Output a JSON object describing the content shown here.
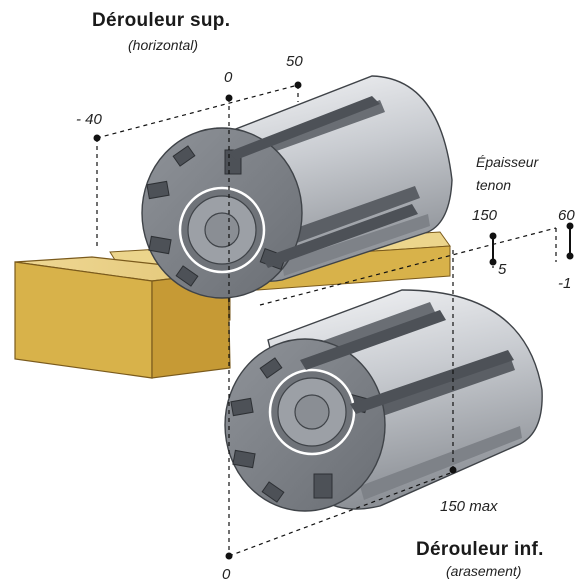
{
  "top_cutter": {
    "title": "Dérouleur sup.",
    "subtitle": "(horizontal)"
  },
  "bottom_cutter": {
    "title": "Dérouleur inf.",
    "subtitle": "(arasement)"
  },
  "tenon_label_line1": "Épaisseur",
  "tenon_label_line2": "tenon",
  "dims": {
    "top_zero": "0",
    "top_fifty": "50",
    "top_minus40": "- 40",
    "mid_150": "150",
    "mid_60": "60",
    "mid_5": "5",
    "mid_minus1": "-1",
    "bottom_max": "150 max",
    "bottom_zero": "0"
  },
  "colors": {
    "wood_front": "#d8b24a",
    "wood_top": "#ecd58c",
    "wood_side": "#c69a35",
    "cutter_body": "#c9ccd1",
    "cutter_dark": "#6a6e74",
    "blade": "#4d5157"
  }
}
